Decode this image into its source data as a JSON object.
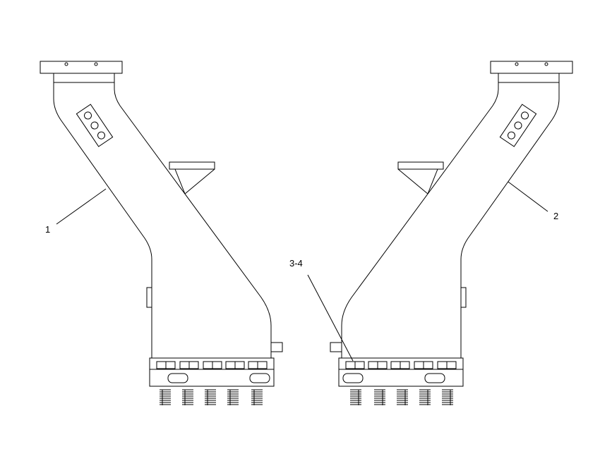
{
  "diagram": {
    "callouts": [
      {
        "id": "1",
        "label": "1"
      },
      {
        "id": "2",
        "label": "2"
      },
      {
        "id": "3-4",
        "label": "3-4"
      }
    ]
  }
}
